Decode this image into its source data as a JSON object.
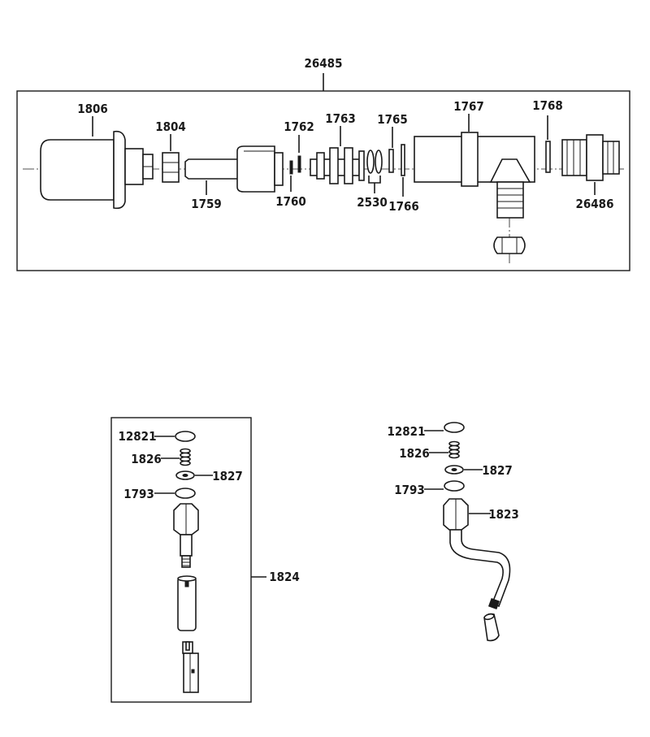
{
  "top_assembly": {
    "assembly_number": "26485",
    "parts": {
      "p1806": "1806",
      "p1804": "1804",
      "p1759": "1759",
      "p1762": "1762",
      "p1760": "1760",
      "p1763": "1763",
      "p2530": "2530",
      "p1765": "1765",
      "p1766": "1766",
      "p1767": "1767",
      "p1768": "1768",
      "p26486": "26486"
    }
  },
  "left_assembly": {
    "assembly_number": "1824",
    "parts": {
      "p12821": "12821",
      "p1826": "1826",
      "p1827": "1827",
      "p1793": "1793"
    }
  },
  "right_assembly": {
    "parts": {
      "p12821": "12821",
      "p1826": "1826",
      "p1827": "1827",
      "p1793": "1793",
      "p1823": "1823"
    }
  }
}
